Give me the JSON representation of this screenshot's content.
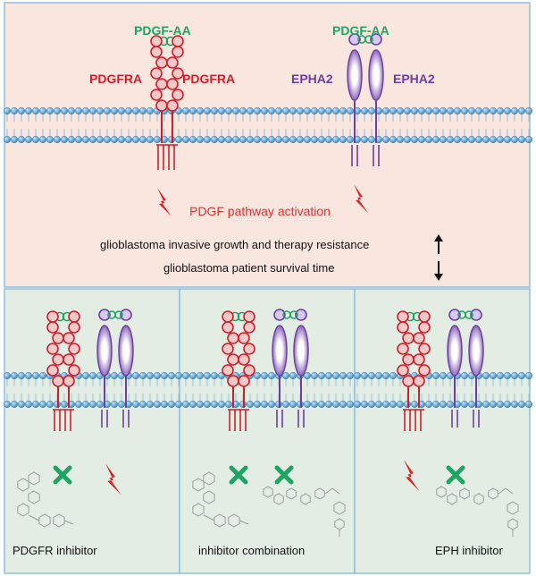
{
  "top": {
    "ligand_left": "PDGF-AA",
    "ligand_right": "PDGF-AA",
    "pdgfra_left": "PDGFRA",
    "pdgfra_right": "PDGFRA",
    "epha2_left": "EPHA2",
    "epha2_right": "EPHA2",
    "activation": "PDGF pathway activation",
    "effect1": "glioblastoma invasive growth and therapy resistance",
    "effect2": "glioblastoma patient survival time"
  },
  "panels": [
    {
      "label": "PDGFR inhibitor"
    },
    {
      "label": "inhibitor combination"
    },
    {
      "label": "EPH inhibitor"
    }
  ],
  "colors": {
    "pdgfra": "#d01f2b",
    "epha2": "#6b3fa0",
    "ligand": "#1fa463",
    "membrane": "#5aa9dc",
    "inhibit_cross": "#1fa463",
    "lightning": "#e02020"
  },
  "icons": [
    "lightning-bolt-icon",
    "inhibition-cross-icon",
    "chemical-structure-icon",
    "up-arrow-icon",
    "down-arrow-icon"
  ]
}
